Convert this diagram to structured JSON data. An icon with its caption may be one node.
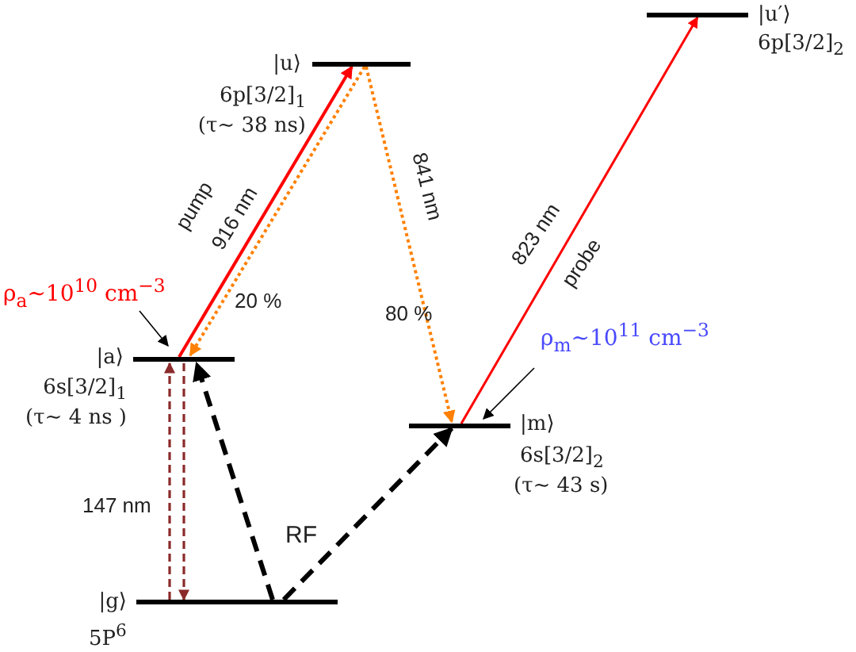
{
  "diagram": {
    "nodes": [
      {
        "text": [
          "|u⟩",
          "6p[3/2]$_{1}$",
          "(τ~ 38 ns)"
        ]
      },
      {
        "text": [
          "|u′⟩",
          "6p[3/2]$_{2}$"
        ]
      },
      {
        "text": [
          "ρ$_{a}$~10$^{10}$ cm$^{−3}$"
        ]
      },
      {
        "text": [
          "|a⟩",
          "6s[3/2]$_{1}$",
          "(τ~ 4 ns )"
        ]
      },
      {
        "text": [
          "ρ$_{m}$~10$^{11}$ cm$^{−3}$"
        ]
      },
      {
        "text": [
          "|m⟩",
          "6s[3/2]$_{2}$",
          "(τ~ 43 s)"
        ]
      },
      {
        "text": [
          "|g⟩",
          "5P$^{6}$"
        ]
      }
    ],
    "edges": [
      {
        "from": 3,
        "to": 0,
        "arrow": "to",
        "label": "pump 916 nm",
        "color": "#ff0000"
      },
      {
        "from": 0,
        "to": 3,
        "arrow": "to",
        "label": "20 %",
        "style": "dashed",
        "color": "#ff8000"
      },
      {
        "from": 0,
        "to": 5,
        "arrow": "to",
        "label": "841 nm",
        "style": "dashed",
        "color": "#ff8000"
      },
      {
        "from": 5,
        "to": 1,
        "arrow": "to",
        "label": "823 nm probe",
        "color": "#ff0000"
      },
      {
        "from": 6,
        "to": 3,
        "arrow": "to",
        "label": "147 nm",
        "style": "dashed",
        "color": "#8b2a2a"
      },
      {
        "from": 3,
        "to": 6,
        "arrow": "to",
        "style": "dashed",
        "color": "#8b2a2a"
      },
      {
        "from": 6,
        "to": 3,
        "arrow": "to",
        "style": "dashed"
      },
      {
        "from": 6,
        "to": 5,
        "arrow": "to",
        "style": "dashed"
      },
      {
        "from": 2,
        "to": 3,
        "arrow": "to"
      },
      {
        "from": 4,
        "to": 5,
        "arrow": "to"
      }
    ],
    "labels": [
      "80 %",
      "RF"
    ]
  }
}
